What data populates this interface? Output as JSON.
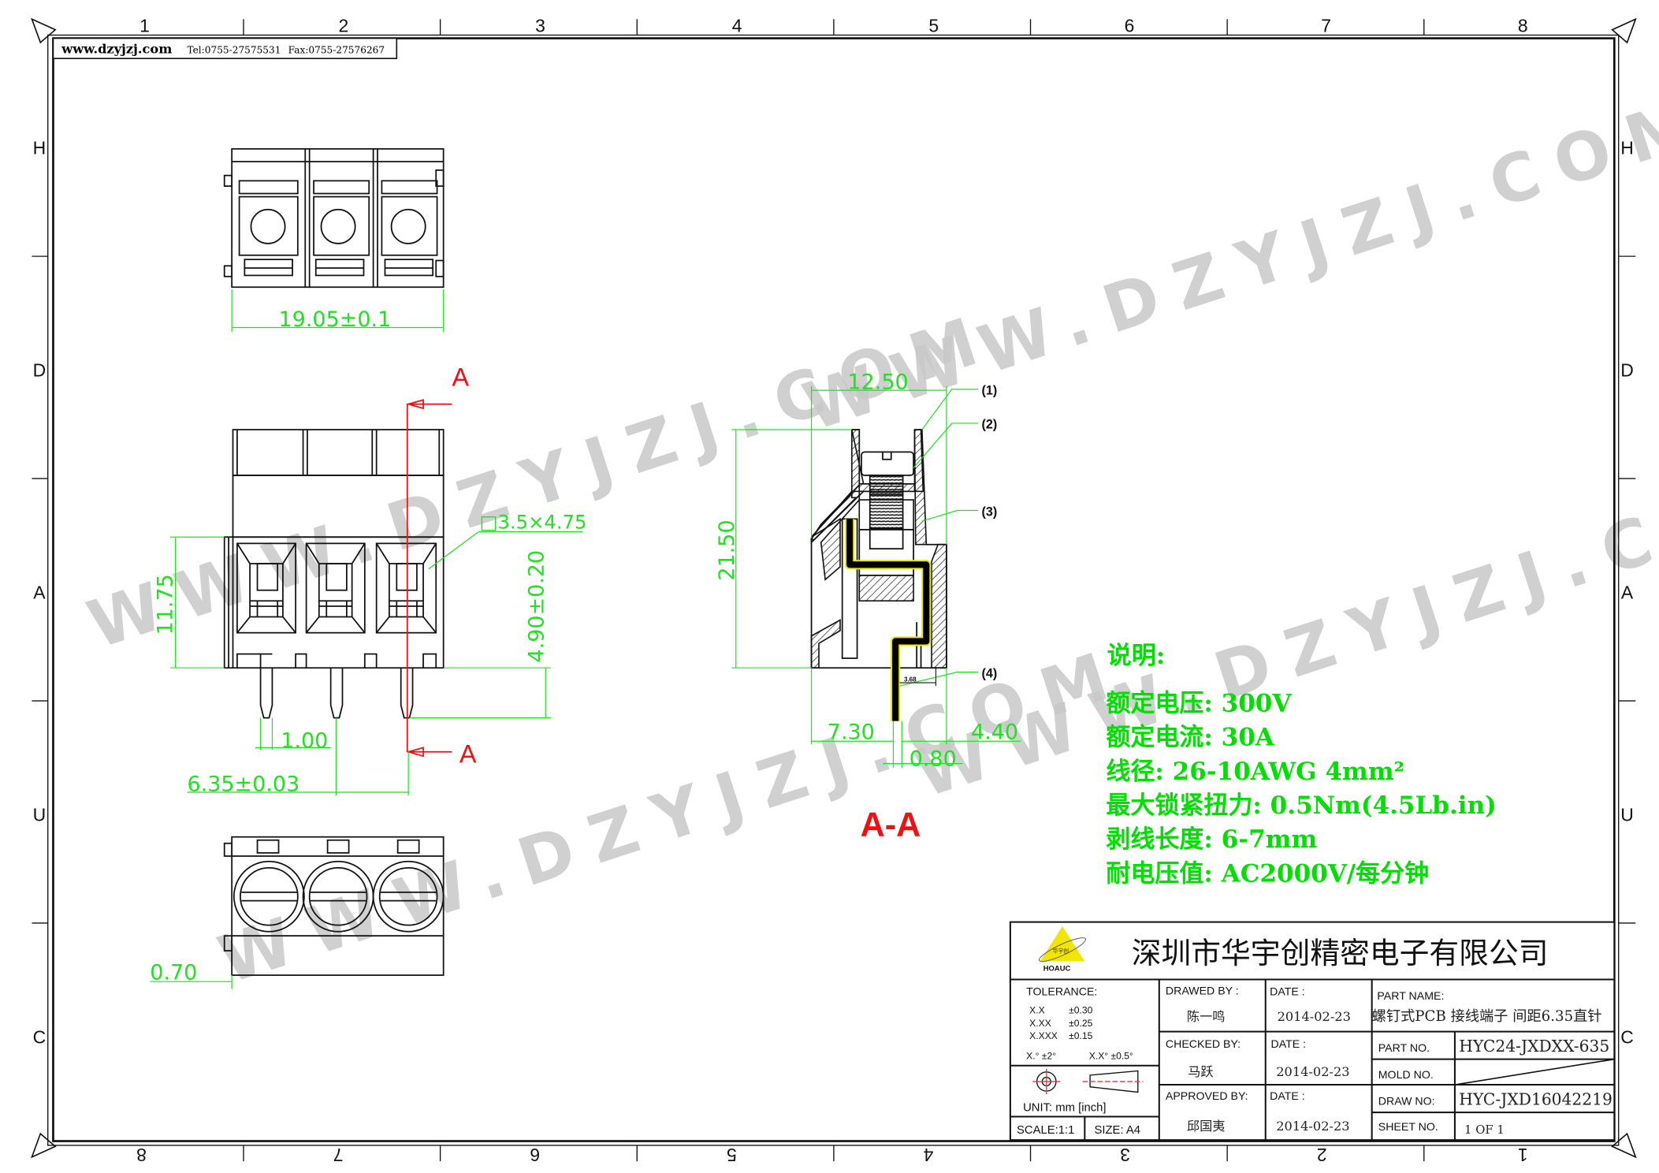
{
  "header": {
    "website": "www.dzyjzj.com",
    "tel": "Tel:0755-27575531",
    "fax": "Fax:0755-27576267"
  },
  "ruler": {
    "columns_top": [
      "1",
      "2",
      "3",
      "4",
      "5",
      "6",
      "7",
      "8"
    ],
    "columns_bottom": [
      "8",
      "7",
      "6",
      "5",
      "4",
      "3",
      "2",
      "1"
    ],
    "rows": [
      "H",
      "D",
      "A",
      "U",
      "C"
    ]
  },
  "watermark": "WWW.DZYJZJ.COM",
  "top_view": {
    "width_dim": "19.05±0.1"
  },
  "front_view": {
    "height_dim": "11.75",
    "hole_dim": "□3.5×4.75",
    "pin_length_dim": "4.90±0.20",
    "pin_width_dim": "1.00",
    "pitch_dim": "6.35±0.03",
    "section_marker_top": "A",
    "section_marker_bottom": "A"
  },
  "bottom_view": {
    "offset_dim": "0.70"
  },
  "section_view": {
    "title": "A-A",
    "width_dim": "12.50",
    "height_dim": "21.50",
    "left_dim": "7.30",
    "right_dim": "4.40",
    "pin_dim": "0.80",
    "small_dim": "3.68",
    "callouts": [
      "(1)",
      "(2)",
      "(3)",
      "(4)"
    ]
  },
  "notes": {
    "title": "说明:",
    "lines": [
      "额定电压: 300V",
      "额定电流: 30A",
      "线径: 26-10AWG 4mm²",
      "最大锁紧扭力: 0.5Nm(4.5Lb.in)",
      "剥线长度: 6-7mm",
      "耐电压值: AC2000V/每分钟"
    ]
  },
  "title_block": {
    "logo_text": "华宇创",
    "logo_brand": "HOAUC",
    "company": "深圳市华宇创精密电子有限公司",
    "tolerance_label": "TOLERANCE:",
    "tolerances": [
      {
        "fmt": "X.X",
        "val": "±0.30"
      },
      {
        "fmt": "X.XX",
        "val": "±0.25"
      },
      {
        "fmt": "X.XXX",
        "val": "±0.15"
      }
    ],
    "angle_tol_1": "X.° ±2°",
    "angle_tol_2": "X.X° ±0.5°",
    "unit": "UNIT:  mm  [inch]",
    "scale": "SCALE:1:1",
    "size": "SIZE:  A4",
    "drawed_by_label": "DRAWED  BY :",
    "drawed_by": "陈一鸣",
    "checked_by_label": "CHECKED  BY:",
    "checked_by": "马跃",
    "approved_by_label": "APPROVED  BY:",
    "approved_by": "邱国夷",
    "date_label": "DATE  :",
    "date_drawed": "2014-02-23",
    "date_checked": "2014-02-23",
    "date_approved": "2014-02-23",
    "part_name_label": "PART  NAME:",
    "part_name": "螺钉式PCB 接线端子 间距6.35直针",
    "part_no_label": "PART  NO.",
    "part_no": "HYC24-JXDXX-635",
    "mold_no_label": "MOLD  NO.",
    "draw_no_label": "DRAW  NO:",
    "draw_no": "HYC-JXD16042219",
    "sheet_no_label": "SHEET  NO.",
    "sheet_no": "1 OF 1"
  }
}
